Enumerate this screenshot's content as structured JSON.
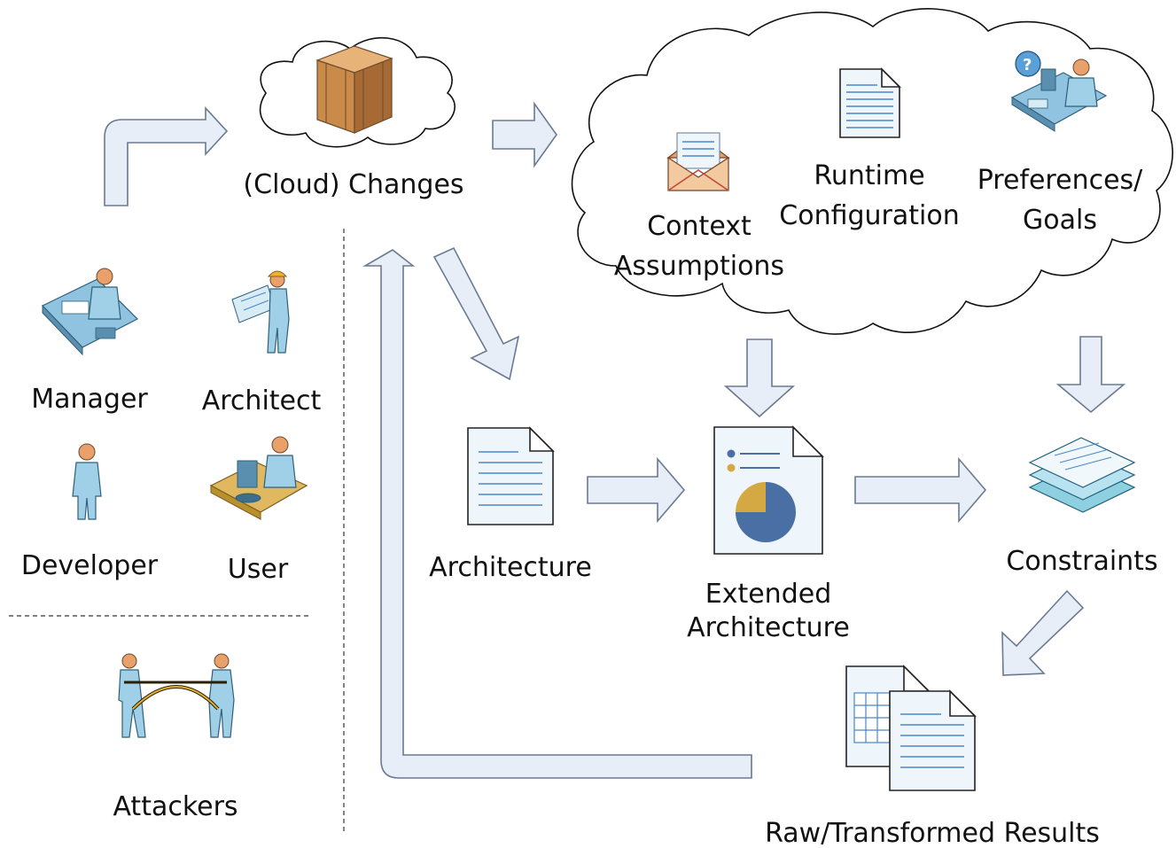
{
  "labels": {
    "cloud_changes": "(Cloud) Changes",
    "context_line1": "Context",
    "context_line2": "Assumptions",
    "runtime_line1": "Runtime",
    "runtime_line2": "Configuration",
    "prefs_line1": "Preferences/",
    "prefs_line2": "Goals",
    "manager": "Manager",
    "architect": "Architect",
    "developer": "Developer",
    "user": "User",
    "attackers": "Attackers",
    "architecture": "Architecture",
    "extended_line1": "Extended",
    "extended_line2": "Architecture",
    "constraints": "Constraints",
    "results": "Raw/Transformed Results"
  },
  "icons": {
    "box": "package-box-icon",
    "envelope": "envelope-icon",
    "document": "document-icon",
    "question_user": "help-desk-user-icon",
    "manager": "manager-at-desk-icon",
    "architect": "architect-with-blueprint-icon",
    "developer": "standing-person-icon",
    "user": "user-at-computer-icon",
    "attackers": "tug-of-war-icon",
    "architecture_doc": "architecture-document-icon",
    "extended_doc": "pie-chart-document-icon",
    "constraints": "stacked-pages-icon",
    "results": "spreadsheet-documents-icon"
  },
  "colors": {
    "arrow_fill": "#e8eef8",
    "arrow_stroke": "#6a7a90",
    "suit": "#9fd0e8",
    "skin": "#e9a06a",
    "pie_blue": "#4a6fa5",
    "pie_gold": "#d4a843"
  }
}
